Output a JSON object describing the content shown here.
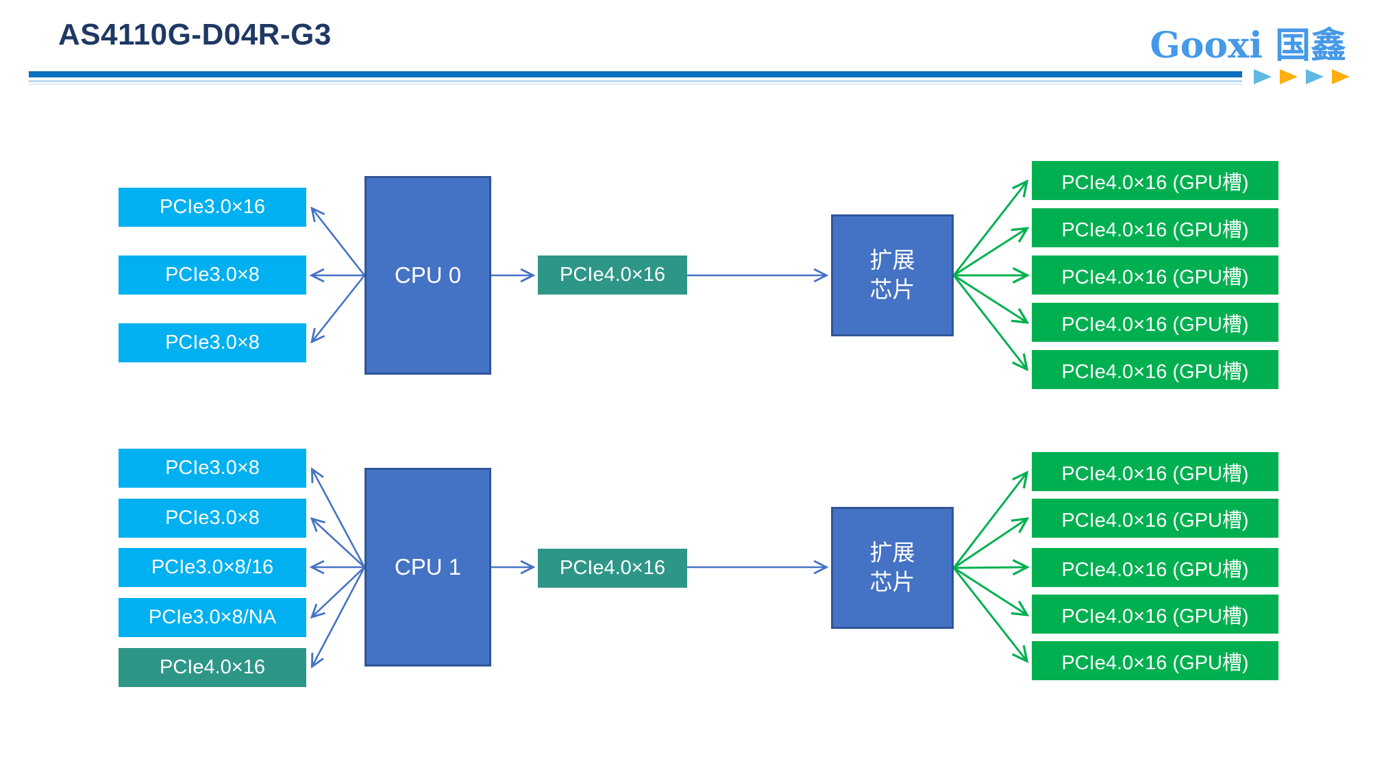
{
  "header": {
    "title": "AS4110G-D04R-G3",
    "logo_en": "Gooxi",
    "logo_cn": "国鑫"
  },
  "colors": {
    "title_navy": "#1F3864",
    "divider_blue": "#0A70C0",
    "logo_blue": "#4599E8",
    "triangle_cyan": "#5FB8E4",
    "triangle_orange": "#FFAE0B",
    "slot_cyan": "#00B0F0",
    "slot_teal": "#2E9687",
    "gpu_green": "#00B050",
    "cpu_blue": "#4472C4",
    "cpu_border": "#2F5597",
    "arrow_blue": "#4472C4",
    "arrow_green": "#00B050"
  },
  "cpu0": {
    "label": "CPU 0",
    "slots": [
      "PCIe3.0×16",
      "PCIe3.0×8",
      "PCIe3.0×8"
    ],
    "link": "PCIe4.0×16",
    "chip_line1": "扩展",
    "chip_line2": "芯片",
    "gpu_slots": [
      "PCIe4.0×16 (GPU槽)",
      "PCIe4.0×16 (GPU槽)",
      "PCIe4.0×16 (GPU槽)",
      "PCIe4.0×16 (GPU槽)",
      "PCIe4.0×16 (GPU槽)"
    ]
  },
  "cpu1": {
    "label": "CPU 1",
    "slots": [
      "PCIe3.0×8",
      "PCIe3.0×8",
      "PCIe3.0×8/16",
      "PCIe3.0×8/NA",
      "PCIe4.0×16"
    ],
    "link": "PCIe4.0×16",
    "chip_line1": "扩展",
    "chip_line2": "芯片",
    "gpu_slots": [
      "PCIe4.0×16 (GPU槽)",
      "PCIe4.0×16 (GPU槽)",
      "PCIe4.0×16 (GPU槽)",
      "PCIe4.0×16 (GPU槽)",
      "PCIe4.0×16 (GPU槽)"
    ]
  }
}
